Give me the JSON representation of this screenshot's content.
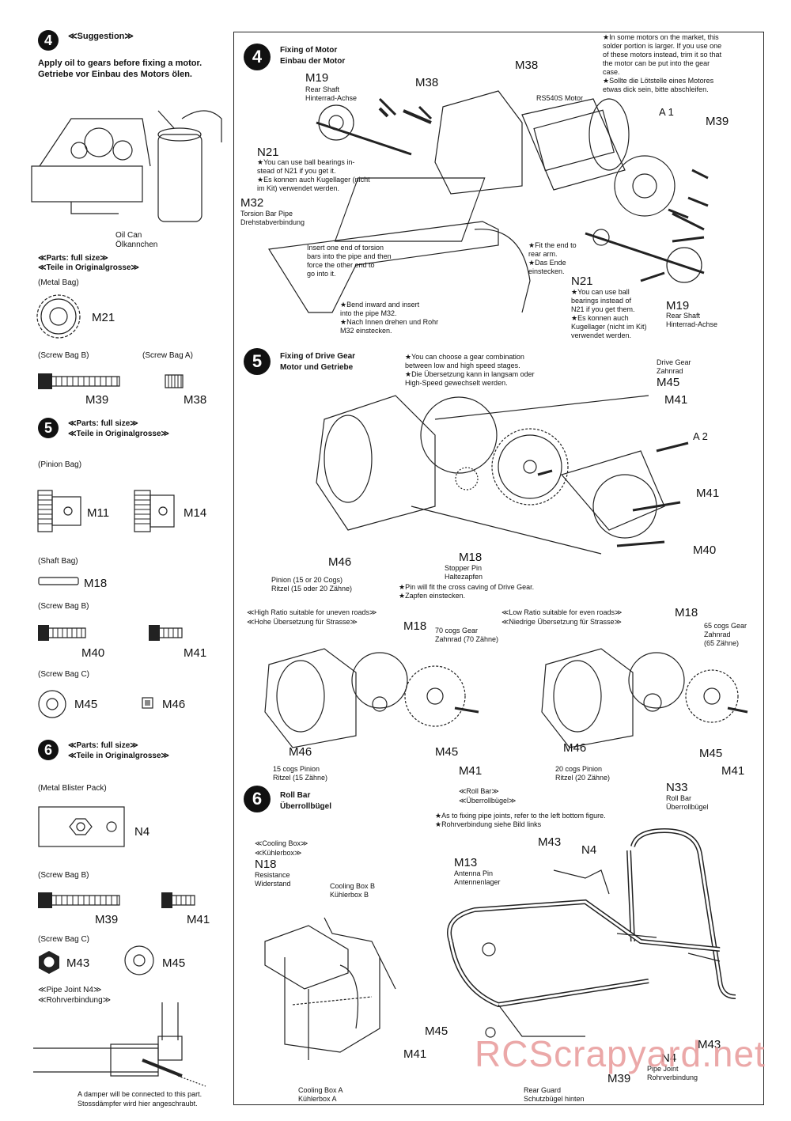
{
  "left": {
    "s4": {
      "num": "4",
      "title": "≪Suggestion≫",
      "text1": "Apply oil to gears before fixing a motor.",
      "text2": "Getriebe vor Einbau des Motors ölen.",
      "oil1": "Oil Can",
      "oil2": "Ölkannchen",
      "parts1": "≪Parts: full size≫",
      "parts2": "≪Teile in Originalgrosse≫",
      "metal_bag": "(Metal Bag)",
      "m21": "M21",
      "screw_b": "(Screw Bag B)",
      "screw_a": "(Screw Bag A)",
      "m39": "M39",
      "m38": "M38"
    },
    "s5": {
      "num": "5",
      "parts1": "≪Parts: full size≫",
      "parts2": "≪Teile in Originalgrosse≫",
      "pinion_bag": "(Pinion Bag)",
      "m11": "M11",
      "m14": "M14",
      "shaft_bag": "(Shaft Bag)",
      "m18": "M18",
      "screw_b": "(Screw Bag B)",
      "m40": "M40",
      "m41": "M41",
      "screw_c": "(Screw Bag C)",
      "m45": "M45",
      "m46": "M46"
    },
    "s6": {
      "num": "6",
      "parts1": "≪Parts: full size≫",
      "parts2": "≪Teile in Originalgrosse≫",
      "blister": "(Metal Blister Pack)",
      "n4": "N4",
      "screw_b": "(Screw Bag B)",
      "m39": "M39",
      "m41": "M41",
      "screw_c": "(Screw Bag C)",
      "m43": "M43",
      "m45": "M45",
      "pipe1": "≪Pipe Joint N4≫",
      "pipe2": "≪Rohrverbindung≫",
      "damper1": "A damper will be connected to this part.",
      "damper2": "Stossdämpfer wird hier angeschraubt."
    }
  },
  "right": {
    "s4": {
      "num": "4",
      "title1": "Fixing of Motor",
      "title2": "Einbau der Motor",
      "note": "★In some motors on the market, this\nsolder portion is larger. If you use one\nof these motors instead, trim it so that\nthe motor can be put into the gear\ncase.\n★Sollte die Lötstelle eines Motores\netwas dick sein, bitte abschleifen.",
      "m38a": "M38",
      "m38b": "M38",
      "m19": "M19",
      "m19_sub": "Rear Shaft\nHinterrad-Achse",
      "rs540": "RS540S Motor",
      "a1": "A 1",
      "m39": "M39",
      "n21": "N21",
      "n21_note": "★You can use ball bearings in-\nstead of N21 if you get it.\n★Es konnen auch Kugellager (nicht\nim Kit) verwendet werden.",
      "m32": "M32",
      "m32_sub": "Torsion Bar Pipe\nDrehstabverbindung",
      "insert": "Insert one end of torsion\nbars into the pipe and then\nforce the other end to\ngo into it.",
      "bend": "★Bend inward and insert\ninto the pipe M32.\n★Nach Innen drehen und Rohr\nM32 einstecken.",
      "fit": "★Fit the end to\nrear arm.\n★Das Ende\neinstecken.",
      "n21b": "N21",
      "n21b_note": "★You can use ball\nbearings instead of\nN21 if you get them.\n★Es konnen auch\nKugellager (nicht im Kit)\nverwendet werden.",
      "m19b": "M19",
      "m19b_sub": "Rear Shaft\nHinterrad-Achse"
    },
    "s5": {
      "num": "5",
      "title1": "Fixing of Drive Gear",
      "title2": "Motor und Getriebe",
      "note": "★You can choose a gear combination\nbetween low and high speed stages.\n★Die Übersetzung kann in langsam oder\nHigh-Speed gewechselt werden.",
      "drive_gear": "Drive Gear\nZahnrad",
      "m45": "M45",
      "m41a": "M41",
      "a2": "A 2",
      "m41b": "M41",
      "m40": "M40",
      "m46": "M46",
      "pinion": "Pinion (15 or 20 Cogs)\nRitzel (15 oder 20 Zähne)",
      "m18": "M18",
      "stopper": "Stopper Pin\nHaltezapfen",
      "pin_note": "★Pin will fit the cross caving of Drive Gear.\n★Zapfen einstecken.",
      "high1": "≪High Ratio suitable for uneven roads≫",
      "high2": "≪Hohe Übersetzung für Strasse≫",
      "low1": "≪Low Ratio suitable for even roads≫",
      "low2": "≪Niedrige Übersetzung für Strasse≫",
      "hm18": "M18",
      "h70": "70 cogs Gear\nZahnrad (70 Zähne)",
      "hm46": "M46",
      "hm45": "M45",
      "hm41": "M41",
      "h15": "15 cogs Pinion\nRitzel (15 Zähne)",
      "lm18": "M18",
      "l65": "65 cogs Gear\nZahnrad\n(65 Zähne)",
      "lm46": "M46",
      "lm45": "M45",
      "lm41": "M41",
      "l20": "20 cogs Pinion\nRitzel (20 Zähne)"
    },
    "s6": {
      "num": "6",
      "title1": "Roll Bar",
      "title2": "Überrollbügel",
      "cool1": "≪Cooling Box≫",
      "cool2": "≪Kühlerbox≫",
      "n18": "N18",
      "n18_sub": "Resistance\nWiderstand",
      "coolb": "Cooling Box B\nKühlerbox B",
      "coola": "Cooling Box A\nKühlerbox A",
      "roll1": "≪Roll Bar≫",
      "roll2": "≪Überrollbügel≫",
      "note": "★As to fixing pipe joints, refer to the left bottom figure.\n★Rohrverbindung siehe Bild links",
      "n33": "N33",
      "n33_sub": "Roll Bar\nÜberrollbügel",
      "m43a": "M43",
      "n4a": "N4",
      "m13": "M13",
      "m13_sub": "Antenna Pin\nAntennenlager",
      "m45": "M45",
      "m41": "M41",
      "m43b": "M43",
      "n4b": "N4",
      "n4b_sub": "Pipe Joint\nRohrverbindung",
      "m39": "M39",
      "rear_guard": "Rear Guard\nSchutzbügel hinten"
    }
  },
  "watermark": "RCScrapyard.net"
}
